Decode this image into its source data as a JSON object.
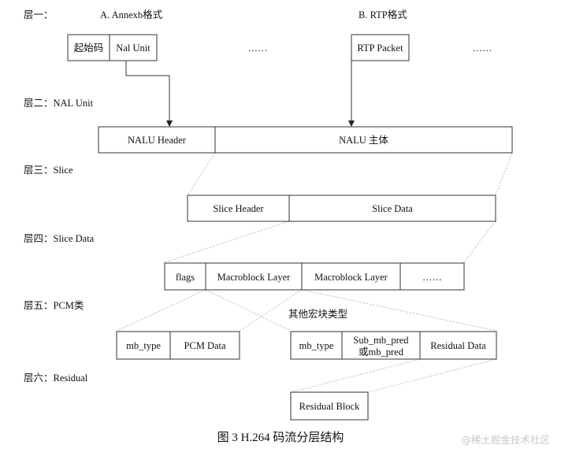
{
  "layers": {
    "l1": "层一：",
    "l2": "层二：NAL Unit",
    "l3": "层三：Slice",
    "l4": "层四：Slice Data",
    "l5": "层五：PCM类",
    "l6": "层六：Residual"
  },
  "formats": {
    "annexb": "A. Annexb格式",
    "rtp": "B. RTP格式"
  },
  "layer1": {
    "start_code": "起始码",
    "nal_unit": "Nal Unit",
    "ellipsis_left": "……",
    "rtp_packet": "RTP Packet",
    "ellipsis_right": "……"
  },
  "layer2": {
    "nalu_header": "NALU Header",
    "nalu_body": "NALU 主体"
  },
  "layer3": {
    "slice_header": "Slice Header",
    "slice_data": "Slice Data"
  },
  "layer4": {
    "flags": "flags",
    "macroblock_layer_1": "Macroblock Layer",
    "macroblock_layer_2": "Macroblock Layer",
    "ellipsis": "……"
  },
  "layer5": {
    "other_types_label": "其他宏块类型",
    "pcm_mb_type": "mb_type",
    "pcm_data": "PCM Data",
    "mb_type": "mb_type",
    "sub_mb_pred": "Sub_mb_pred",
    "or_mb_pred": "或mb_pred",
    "residual_data": "Residual Data"
  },
  "layer6": {
    "residual_block": "Residual Block"
  },
  "caption": "图 3 H.264 码流分层结构",
  "watermark": "@稀土掘金技术社区"
}
